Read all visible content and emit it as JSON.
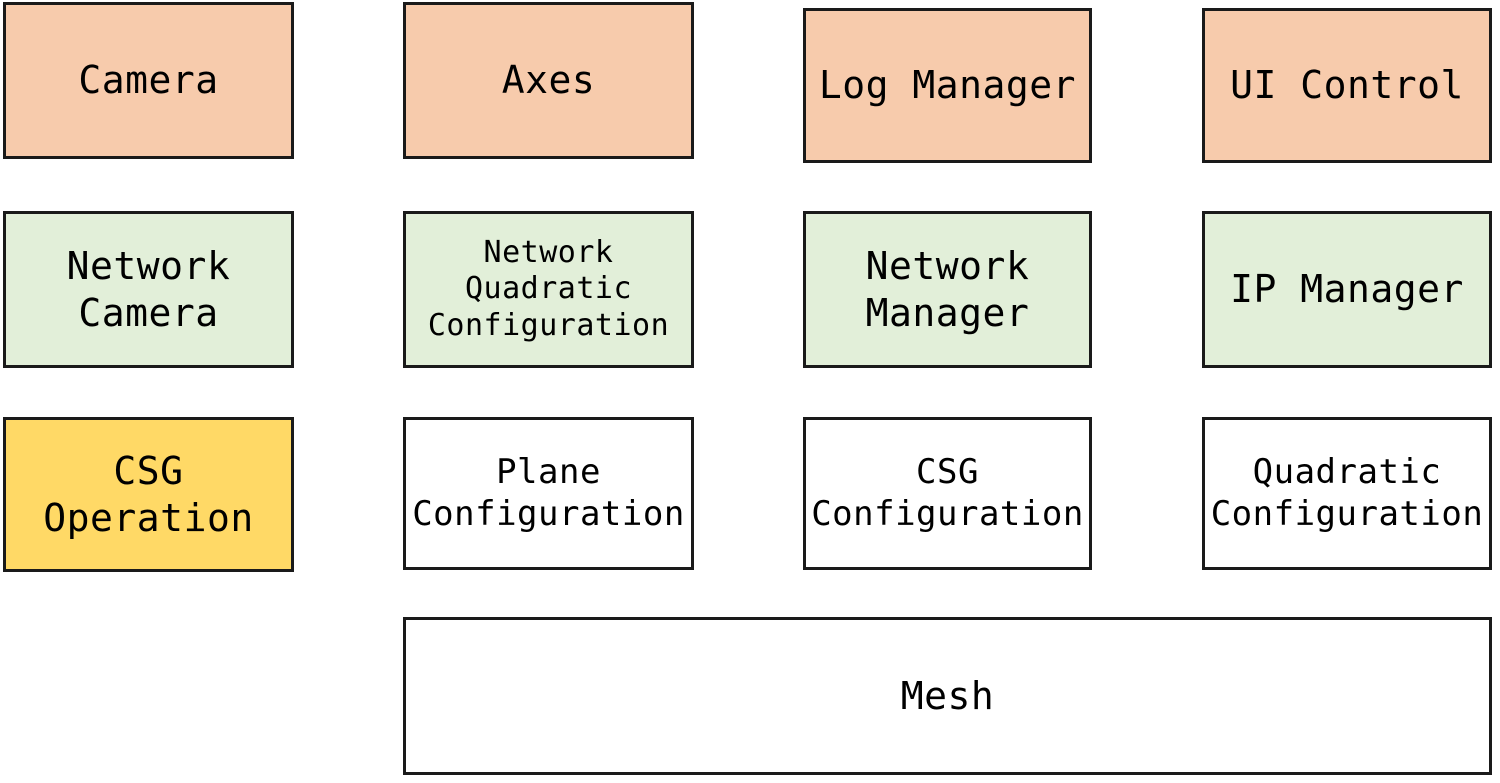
{
  "diagram": {
    "type": "block-layer-diagram",
    "background": "#ffffff",
    "palette": {
      "peach": "#f7cbac",
      "green": "#e2efd9",
      "yellow": "#ffd966",
      "white": "#ffffff",
      "border": "#1a1a1a",
      "text": "#000000"
    },
    "rows": [
      {
        "name": "row-1-application-layer",
        "fill": "peach",
        "nodes": [
          {
            "id": "camera",
            "label": "Camera"
          },
          {
            "id": "axes",
            "label": "Axes"
          },
          {
            "id": "log-manager",
            "label": "Log Manager"
          },
          {
            "id": "ui-control",
            "label": "UI Control"
          }
        ]
      },
      {
        "name": "row-2-network-layer",
        "fill": "green",
        "nodes": [
          {
            "id": "network-camera",
            "label": "Network\nCamera"
          },
          {
            "id": "network-quadratic-configuration",
            "label": "Network\nQuadratic\nConfiguration"
          },
          {
            "id": "network-manager",
            "label": "Network\nManager"
          },
          {
            "id": "ip-manager",
            "label": "IP Manager"
          }
        ]
      },
      {
        "name": "row-3-geometry-layer",
        "nodes": [
          {
            "id": "csg-operation",
            "fill": "yellow",
            "label": "CSG\nOperation"
          },
          {
            "id": "plane-configuration",
            "fill": "white",
            "label": "Plane\nConfiguration"
          },
          {
            "id": "csg-configuration",
            "fill": "white",
            "label": "CSG\nConfiguration"
          },
          {
            "id": "quadratic-configuration",
            "fill": "white",
            "label": "Quadratic\nConfiguration"
          }
        ]
      },
      {
        "name": "row-4-base-layer",
        "nodes": [
          {
            "id": "mesh",
            "fill": "white",
            "label": "Mesh"
          }
        ]
      }
    ]
  }
}
